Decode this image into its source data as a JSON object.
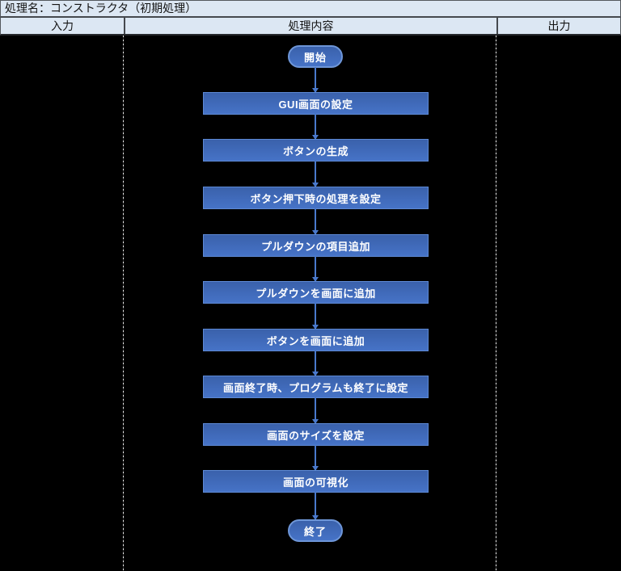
{
  "header": {
    "title": "処理名：コンストラクタ（初期処理）",
    "columns": [
      "入力",
      "処理内容",
      "出力"
    ]
  },
  "flowchart": {
    "start_label": "開始",
    "end_label": "終了",
    "steps": [
      "GUI画面の設定",
      "ボタンの生成",
      "ボタン押下時の処理を設定",
      "プルダウンの項目追加",
      "プルダウンを画面に追加",
      "ボタンを画面に追加",
      "画面終了時、プログラムも終了に設定",
      "画面のサイズを設定",
      "画面の可視化"
    ]
  },
  "colors": {
    "background": "#000000",
    "header_background": "#dce7f3",
    "header_border": "#54585d",
    "node_fill_top": "#3a61ab",
    "node_fill_bottom": "#4673c7",
    "node_border": "#5d89d4",
    "terminator_border": "#6e96d8",
    "connector": "#4a79cc",
    "node_text": "#ffffff",
    "divider_dots": "#f2f2f2"
  }
}
